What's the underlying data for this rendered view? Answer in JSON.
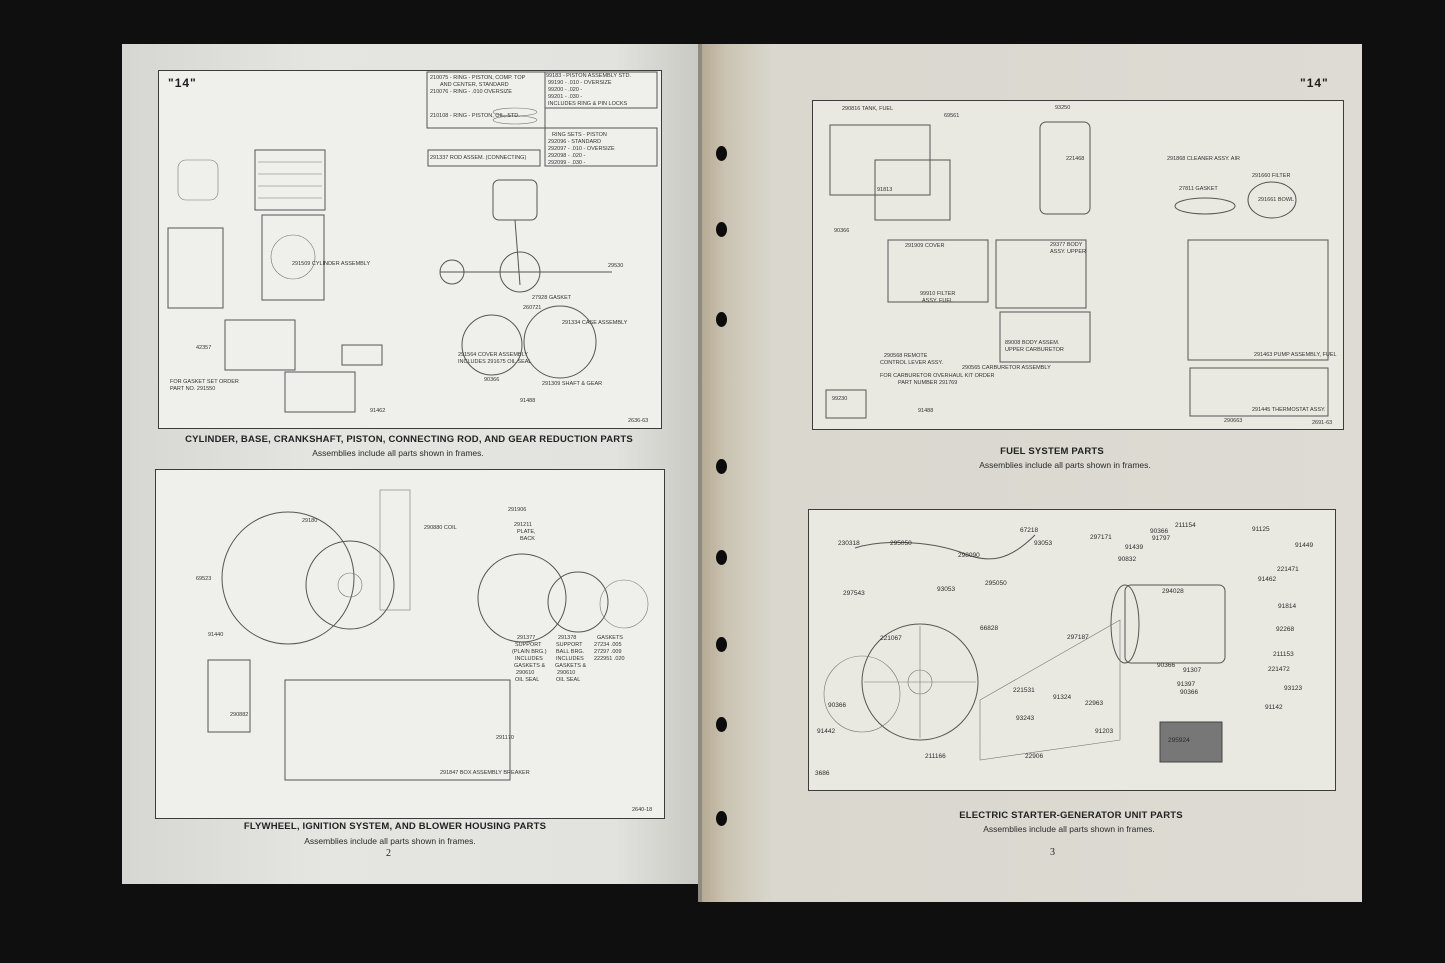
{
  "pages": [
    {
      "header": "\"14\"",
      "page_number": "2",
      "figures": [
        {
          "title": "CYLINDER, BASE, CRANKSHAFT, PISTON, CONNECTING ROD, AND GEAR REDUCTION PARTS",
          "note": "Assemblies include all parts shown in frames.",
          "labels": [
            "99183 - PISTON ASSEMBLY STD.",
            "99190 - .010 - OVERSIZE",
            "99200 - .020 -",
            "99201 - .030 -",
            "INCLUDES RING & PIN LOCKS",
            "210075 - RING - PISTON, COMP. TOP",
            "AND CENTER, STANDARD",
            "210076 - RING - .010 OVERSIZE",
            "210108 - RING - PISTON, OIL, STD.",
            "RING SETS - PISTON",
            "292096 - STANDARD",
            "292097 - .010 - OVERSIZE",
            "292098 - .020 -",
            "292099 - .030 -",
            "291337 ROD ASSEM. (CONNECTING)",
            "291509 CYLINDER ASSEMBLY",
            "29530",
            "260721",
            "27928 GASKET",
            "291334 CASE ASSEMBLY",
            "291564 COVER ASSEMBLY",
            "INCLUDES 291675 OIL SEAL",
            "291309 SHAFT & GEAR",
            "FOR GASKET SET ORDER",
            "PART NO. 291550",
            "91488",
            "90366",
            "2636-63",
            "42357",
            "91462"
          ]
        },
        {
          "title": "FLYWHEEL, IGNITION SYSTEM, AND BLOWER HOUSING PARTS",
          "note": "Assemblies include all parts shown in frames.",
          "labels": [
            "291211",
            "PLATE,",
            "BACK",
            "291906",
            "29180",
            "290880 COIL",
            "69523",
            "91440",
            "291377",
            "SUPPORT",
            "(PLAIN BRG.)",
            "INCLUDES",
            "GASKETS &",
            "290610",
            "OIL SEAL",
            "291378",
            "SUPPORT",
            "BALL BRG.",
            "INCLUDES",
            "GASKETS &",
            "290610",
            "OIL SEAL",
            "GASKETS",
            "27234 .005",
            "27297 .009",
            "222951 .020",
            "291847 BOX ASSEMBLY BREAKER",
            "290882",
            "291170",
            "2640-18"
          ]
        }
      ]
    },
    {
      "header": "\"14\"",
      "page_number": "3",
      "figures": [
        {
          "title": "FUEL SYSTEM PARTS",
          "note": "Assemblies include all parts shown in frames.",
          "labels": [
            "290816 TANK, FUEL",
            "69561",
            "93250",
            "221468",
            "91813",
            "90366",
            "291868 CLEANER ASSY. AIR",
            "27811 GASKET",
            "291660 FILTER",
            "291661 BOWL",
            "291909 COVER",
            "99910 FILTER",
            "ASSY. FUEL",
            "29377 BODY",
            "ASSY. UPPER",
            "89008 BODY ASSEM.",
            "UPPER CARBURETOR",
            "290565 CARBURETOR ASSEMBLY",
            "290568 REMOTE",
            "CONTROL LEVER ASSY.",
            "FOR CARBURETOR OVERHAUL KIT ORDER",
            "PART NUMBER 291769",
            "291463 PUMP ASSEMBLY, FUEL",
            "291445 THERMOSTAT ASSY.",
            "290663",
            "2691-63",
            "99230",
            "91488"
          ]
        },
        {
          "title": "ELECTRIC STARTER-GENERATOR UNIT PARTS",
          "note": "Assemblies include all parts shown in frames.",
          "labels": [
            "230318",
            "295050",
            "298090",
            "67218",
            "93053",
            "297171",
            "91439",
            "90832",
            "90366",
            "91797",
            "211154",
            "91125",
            "91449",
            "221471",
            "91462",
            "297543",
            "93053",
            "295050",
            "294028",
            "91814",
            "92268",
            "297187",
            "66828",
            "221067",
            "211153",
            "221472",
            "90366",
            "91307",
            "221531",
            "91324",
            "22963",
            "91203",
            "91397",
            "90366",
            "93123",
            "91142",
            "93243",
            "90366",
            "91442",
            "295924",
            "211166",
            "22906",
            "3686"
          ]
        }
      ]
    }
  ],
  "colors": {
    "background": "#0f0f0f",
    "paper_left": "#e5e5e1",
    "paper_right": "#dddbd3",
    "ink": "#222222"
  }
}
